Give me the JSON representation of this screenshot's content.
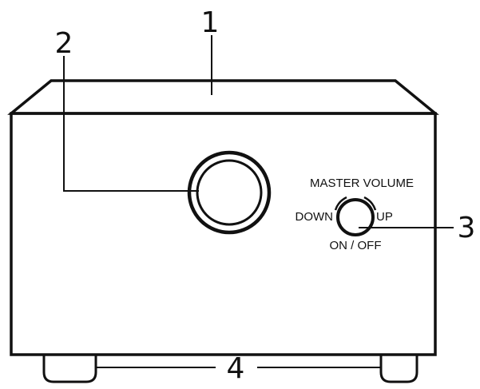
{
  "callouts": {
    "top": "1",
    "speaker": "2",
    "knob": "3",
    "feet": "4"
  },
  "knob_labels": {
    "title": "MASTER VOLUME",
    "left": "DOWN",
    "right": "UP",
    "bottom": "ON / OFF"
  },
  "colors": {
    "ink": "#111111",
    "background": "#ffffff"
  }
}
